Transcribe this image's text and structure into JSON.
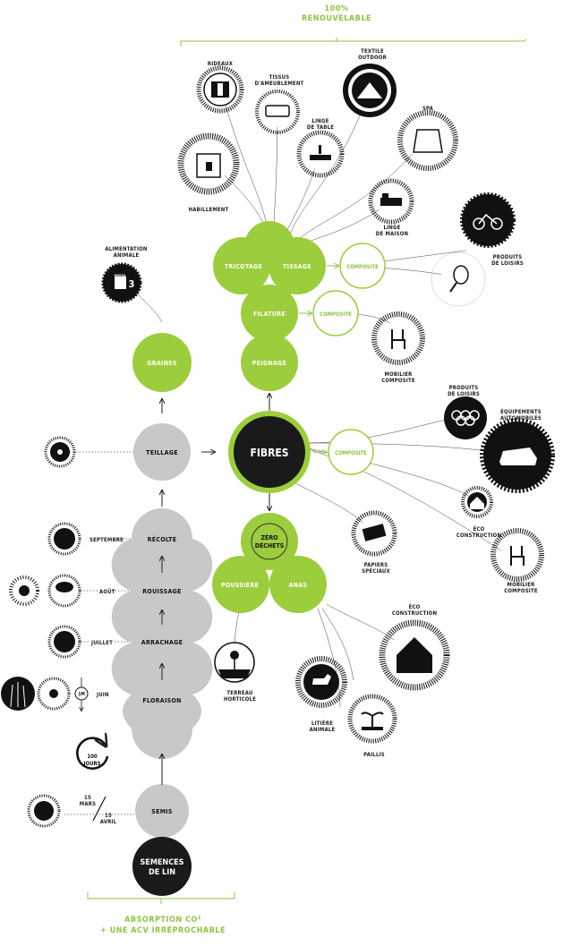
{
  "header": {
    "line1": "100%",
    "line2": "RENOUVELABLE"
  },
  "footer": {
    "line1": "ABSORPTION CO²",
    "line2": "+ UNE ACV IRRÉPROCHABLE"
  },
  "colors": {
    "green": "#9ccd3c",
    "grey": "#c8c8c8",
    "black": "#111111",
    "line": "#555555"
  },
  "main_nodes": {
    "graines": "GRAINES",
    "teillage": "TEILLAGE",
    "recolte": "RÉCOLTE",
    "rouissage": "ROUISSAGE",
    "arrachage": "ARRACHAGE",
    "floraison": "FLORAISON",
    "semis": "SEMIS",
    "semences_1": "SEMENCES",
    "semences_2": "DE LIN",
    "fibres": "FIBRES",
    "peignage": "PEIGNAGE",
    "filature": "FILATURE",
    "tricotage": "TRICOTAGE",
    "tissage": "TISSAGE",
    "poussiere": "POUSSIÈRE",
    "anas": "ANAS",
    "zero_1": "ZÉRO",
    "zero_2": "DÉCHETS",
    "composite_tissage": "COMPOSITE",
    "composite_filature": "COMPOSITE",
    "composite_fibres": "COMPOSITE"
  },
  "months": {
    "septembre": "SEPTEMBRE",
    "aout": "AOÛT",
    "juillet": "JUILLET",
    "juin": "JUIN",
    "mars_1": "15",
    "mars_2": "MARS",
    "avril_1": "15",
    "avril_2": "AVRIL",
    "jours_1": "100",
    "jours_2": "JOURS",
    "duration": "1M"
  },
  "outputs": {
    "rideaux": [
      "RIDEAUX"
    ],
    "tissus": [
      "TISSUS",
      "D'AMEUBLEMENT"
    ],
    "textile": [
      "TEXTILE",
      "OUTDOOR"
    ],
    "linge_table": [
      "LINGE",
      "DE TABLE"
    ],
    "spa": [
      "SPA"
    ],
    "habillement": [
      "HABILLEMENT"
    ],
    "linge_maison": [
      "LINGE",
      "DE MAISON"
    ],
    "produits_loisirs_1": [
      "PRODUITS",
      "DE LOISIRS"
    ],
    "mobilier_1": [
      "MOBILIER",
      "COMPOSITE"
    ],
    "alimentation": [
      "ALIMENTATION",
      "ANIMALE"
    ],
    "produits_loisirs_2": [
      "PRODUITS",
      "DE LOISIRS"
    ],
    "equipements": [
      "ÉQUIPEMENTS",
      "AUTOMOBILES"
    ],
    "eco_1": [
      "ÉCO",
      "CONSTRUCTION"
    ],
    "mobilier_2": [
      "MOBILIER",
      "COMPOSITE"
    ],
    "papiers": [
      "PAPIERS",
      "SPÉCIAUX"
    ],
    "eco_2": [
      "ÉCO",
      "CONSTRUCTION"
    ],
    "terreau": [
      "TERREAU",
      "HORTICOLE"
    ],
    "litiere": [
      "LITIÈRE",
      "ANIMALE"
    ],
    "paillis": [
      "PAILLIS"
    ]
  },
  "badge": {
    "brand": "OMEGA",
    "number": "3"
  }
}
